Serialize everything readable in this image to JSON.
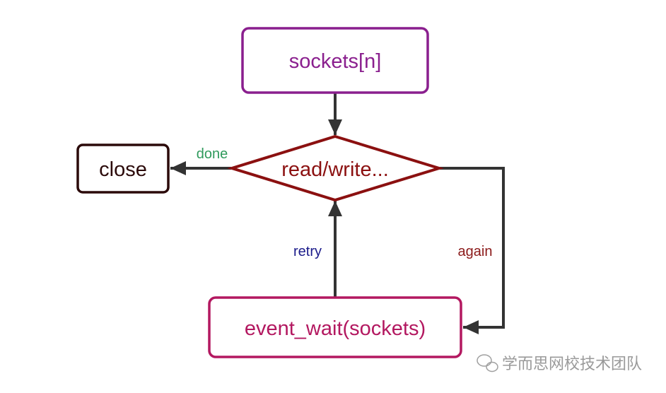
{
  "nodes": {
    "sockets": {
      "label": "sockets[n]",
      "color": "#8a1f8e"
    },
    "decision": {
      "label": "read/write...",
      "color": "#8b1010"
    },
    "close": {
      "label": "close",
      "color": "#2b0a0a"
    },
    "event_wait": {
      "label": "event_wait(sockets)",
      "color": "#b31860"
    }
  },
  "edges": {
    "done": {
      "label": "done",
      "color": "#2f9a5c"
    },
    "retry": {
      "label": "retry",
      "color": "#1b1b8a"
    },
    "again": {
      "label": "again",
      "color": "#8b1a1a"
    },
    "arrow_color": "#333333"
  },
  "watermark": {
    "text": "学而思网校技术团队",
    "icon": "wechat-icon"
  }
}
